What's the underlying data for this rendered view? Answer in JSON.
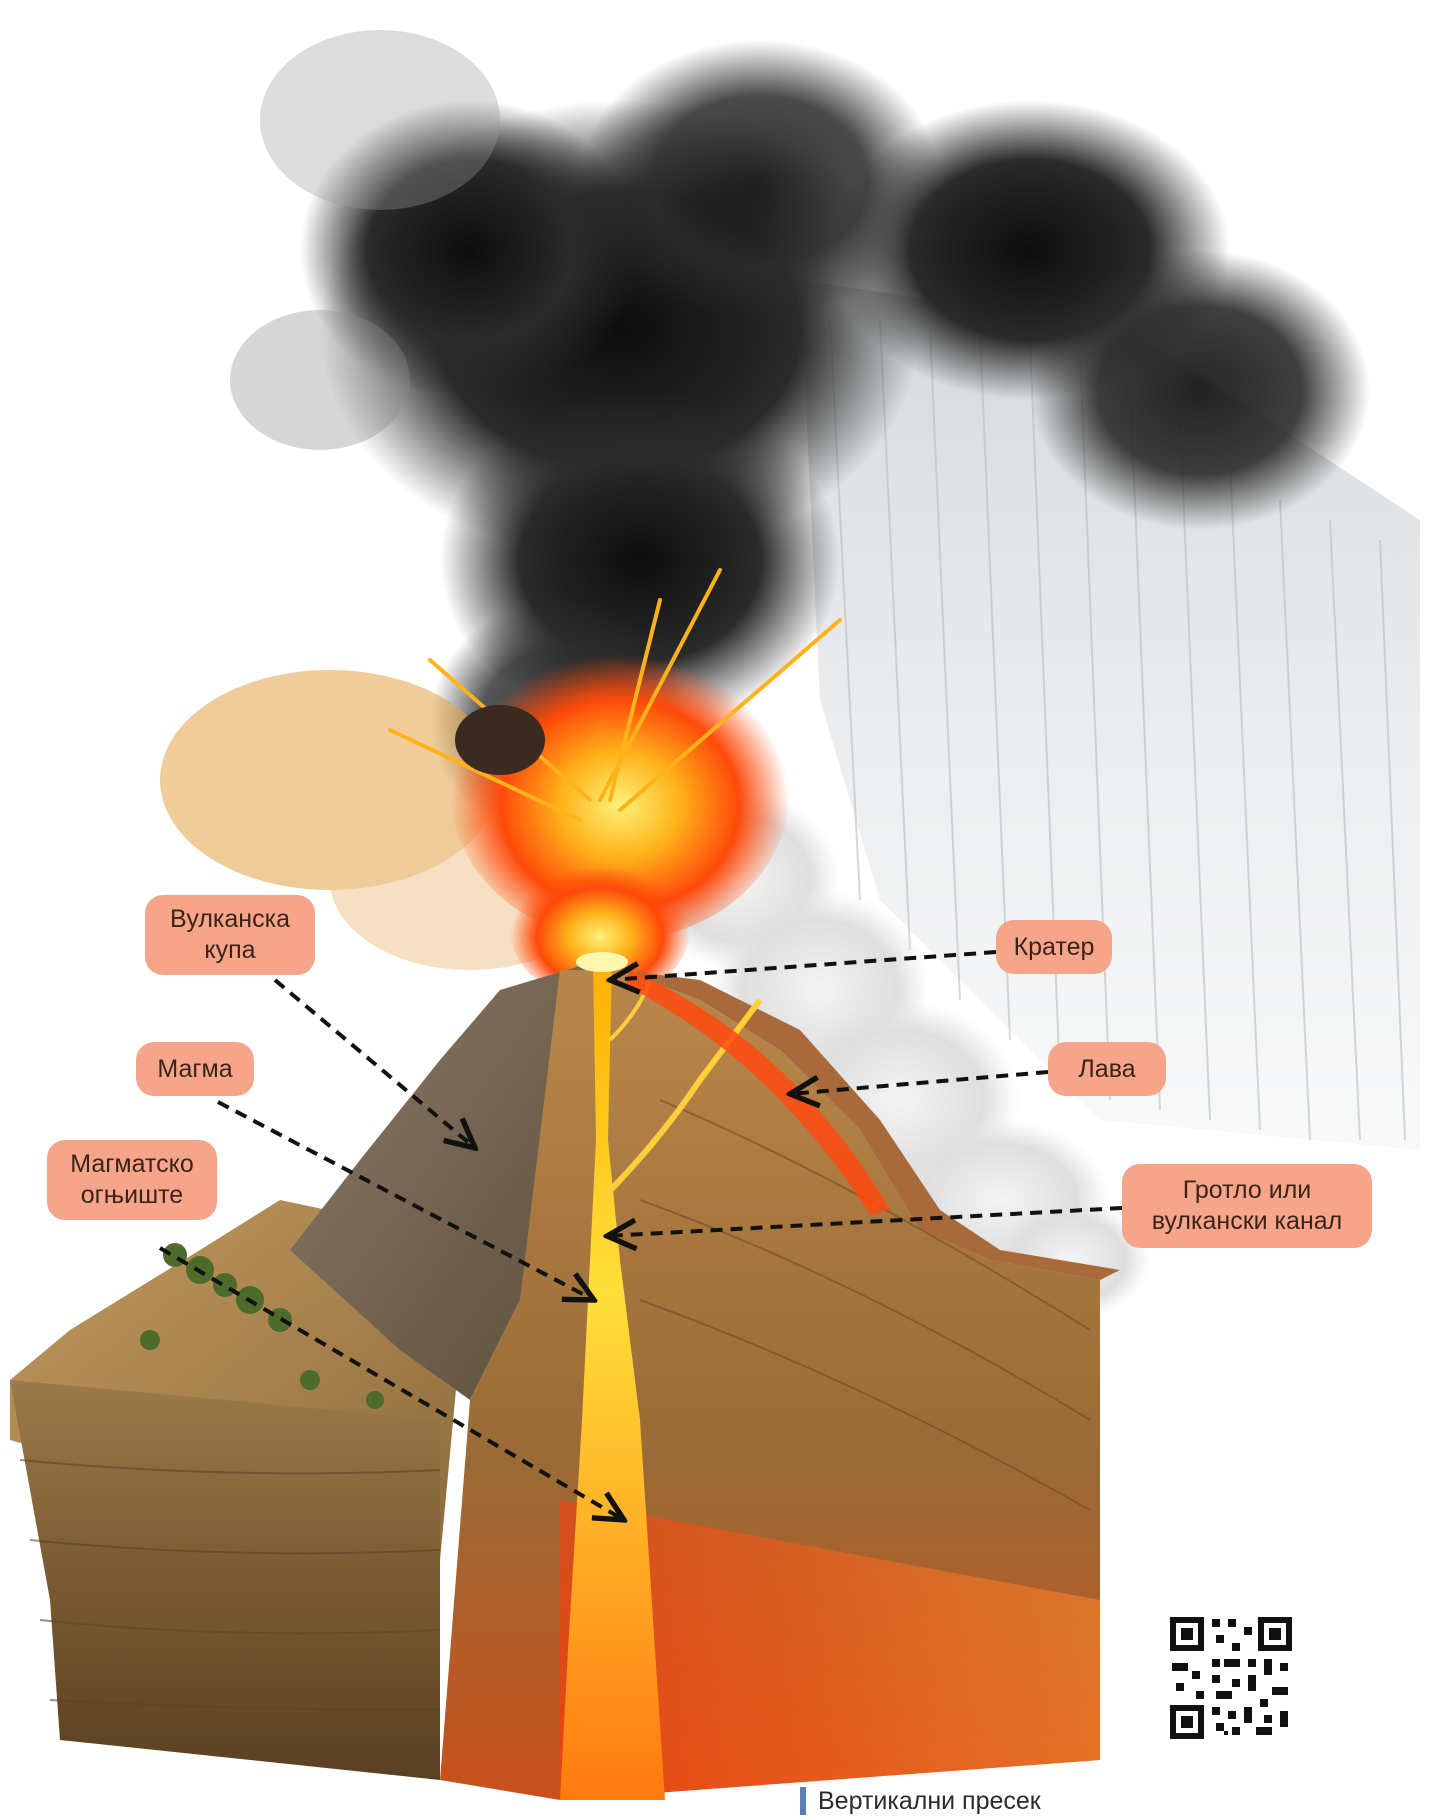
{
  "labels": {
    "volcanic_cone": {
      "line1": "Вулканска",
      "line2": "купа"
    },
    "crater": "Кратер",
    "magma": "Магма",
    "lava": "Лава",
    "magma_chamber": {
      "line1": "Магматско",
      "line2": "огњиште"
    },
    "vent": {
      "line1": "Гротло или",
      "line2": "вулкански канал"
    }
  },
  "caption": "Вертикални пресек",
  "colors": {
    "label_fill": "#f6a58b",
    "magma": "#ffb000",
    "lava": "#ff5a10",
    "smoke": "#1e1e1e",
    "steam": "#e6e6e6",
    "caption_bar": "#5a7fb8"
  }
}
